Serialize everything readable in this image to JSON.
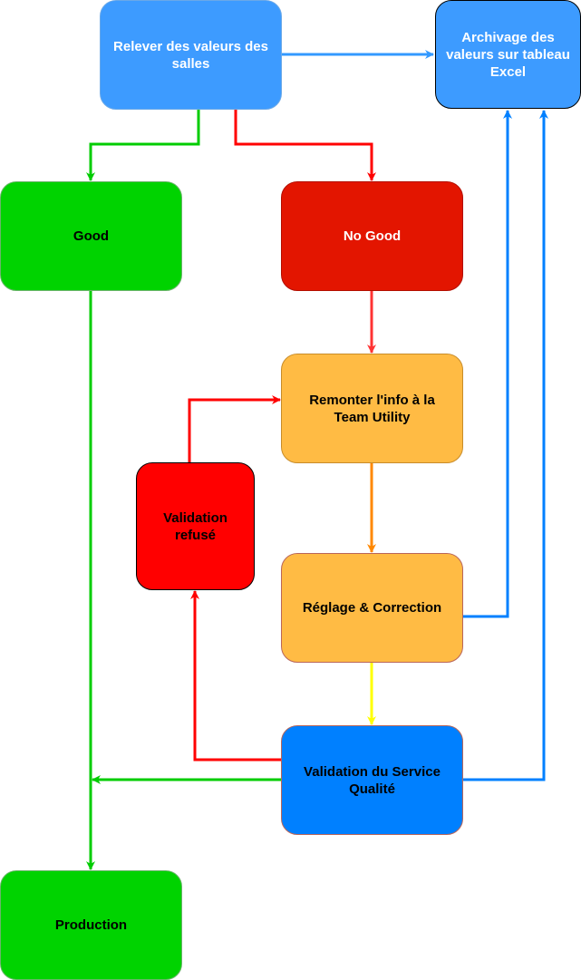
{
  "diagram": {
    "type": "flowchart",
    "nodes": [
      {
        "id": "relever",
        "label": "Relever des valeurs des salles",
        "fill": "#3d9bff",
        "text_color": "#ffffff"
      },
      {
        "id": "archivage",
        "label": "Archivage des valeurs sur tableau Excel",
        "fill": "#3d9bff",
        "text_color": "#ffffff"
      },
      {
        "id": "good",
        "label": "Good",
        "fill": "#00d300",
        "text_color": "#000000"
      },
      {
        "id": "nogood",
        "label": "No Good",
        "fill": "#e31500",
        "text_color": "#ffffff"
      },
      {
        "id": "remonter",
        "label": "Remonter l'info à la Team Utility",
        "fill": "#ffbb44",
        "text_color": "#000000"
      },
      {
        "id": "refuse",
        "label": "Validation refusé",
        "fill": "#ff0000",
        "text_color": "#000000"
      },
      {
        "id": "reglage",
        "label": "Réglage & Correction",
        "fill": "#ffbb44",
        "text_color": "#000000"
      },
      {
        "id": "validation",
        "label": "Validation du Service Qualité",
        "fill": "#0080ff",
        "text_color": "#000000"
      },
      {
        "id": "production",
        "label": "Production",
        "fill": "#00d300",
        "text_color": "#000000"
      }
    ],
    "edges": [
      {
        "from": "relever",
        "to": "archivage",
        "color": "#3399ff"
      },
      {
        "from": "relever",
        "to": "good",
        "color": "#00cc00"
      },
      {
        "from": "relever",
        "to": "nogood",
        "color": "#ff0000"
      },
      {
        "from": "nogood",
        "to": "remonter",
        "color": "#ff3333"
      },
      {
        "from": "remonter",
        "to": "reglage",
        "color": "#ff8800"
      },
      {
        "from": "reglage",
        "to": "archivage",
        "color": "#0080ff"
      },
      {
        "from": "reglage",
        "to": "validation",
        "color": "#ffff00"
      },
      {
        "from": "validation",
        "to": "refuse",
        "color": "#ff0000"
      },
      {
        "from": "refuse",
        "to": "remonter",
        "color": "#ff0000"
      },
      {
        "from": "validation",
        "to": "archivage",
        "color": "#0080ff"
      },
      {
        "from": "validation",
        "to": "good-production-line",
        "color": "#00cc00"
      },
      {
        "from": "good",
        "to": "production",
        "color": "#00cc00"
      }
    ]
  }
}
